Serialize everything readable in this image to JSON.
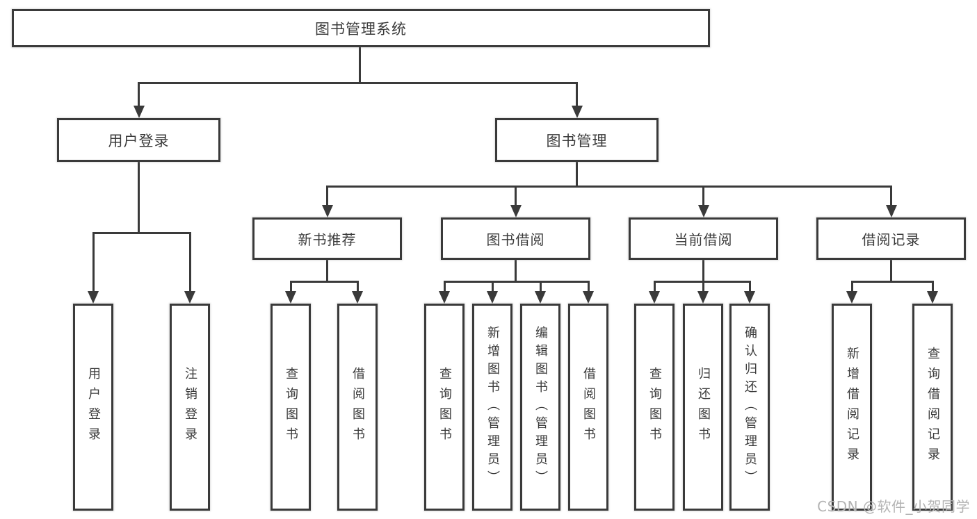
{
  "tree": {
    "root": {
      "label": "图书管理系统",
      "children": [
        {
          "label": "用户登录",
          "children": [
            {
              "label": "用户登录"
            },
            {
              "label": "注销登录"
            }
          ]
        },
        {
          "label": "图书管理",
          "children": [
            {
              "label": "新书推荐",
              "children": [
                {
                  "label": "查询图书"
                },
                {
                  "label": "借阅图书"
                }
              ]
            },
            {
              "label": "图书借阅",
              "children": [
                {
                  "label": "查询图书"
                },
                {
                  "label": "新增图书（管理员）"
                },
                {
                  "label": "编辑图书（管理员）"
                },
                {
                  "label": "借阅图书"
                }
              ]
            },
            {
              "label": "当前借阅",
              "children": [
                {
                  "label": "查询图书"
                },
                {
                  "label": "归还图书"
                },
                {
                  "label": "确认归还（管理员）"
                }
              ]
            },
            {
              "label": "借阅记录",
              "children": [
                {
                  "label": "新增借阅记录"
                },
                {
                  "label": "查询借阅记录"
                }
              ]
            }
          ]
        }
      ]
    }
  },
  "watermark": {
    "text": "CSDN @软件_小贺同学"
  },
  "colors": {
    "line": "#3a3a3a",
    "text": "#3a3a3a",
    "watermark": "#b3b3b3",
    "background": "#ffffff"
  }
}
